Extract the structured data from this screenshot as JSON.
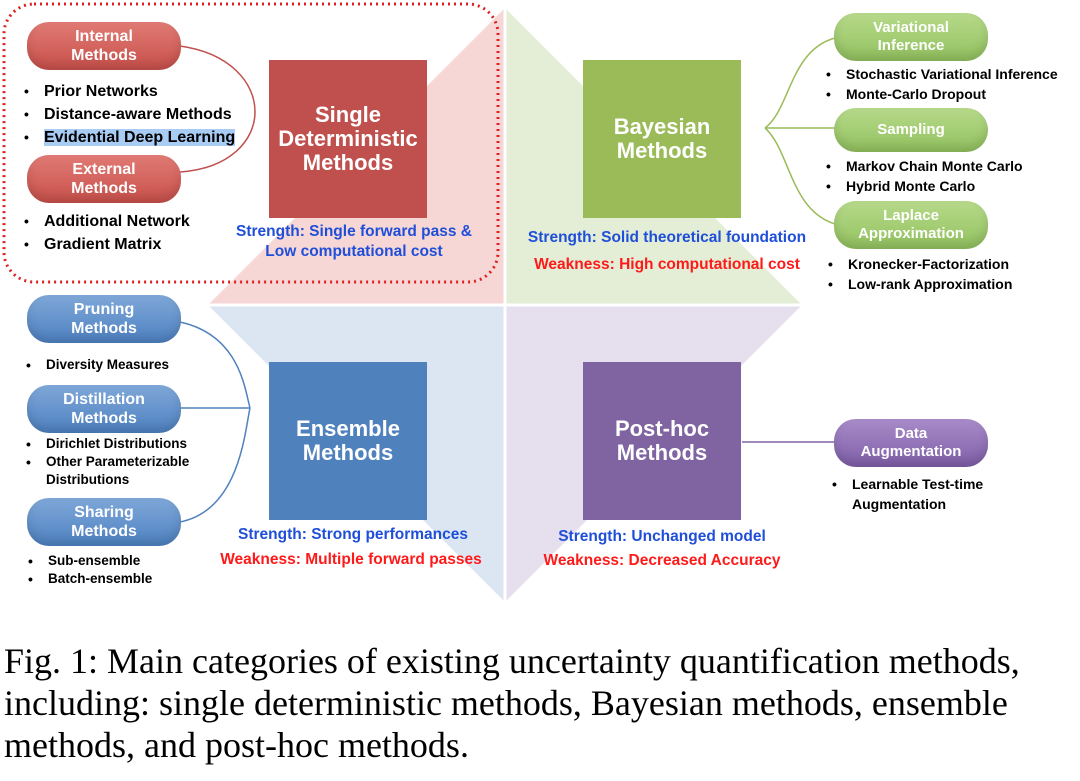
{
  "quadrants": {
    "single": {
      "title": "Single\nDeterministic\nMethods",
      "strength": "Strength: Single forward pass &\nLow computational cost",
      "groups": [
        {
          "label_lines": [
            "Internal",
            "Methods"
          ],
          "items": [
            "Prior Networks",
            "Distance-aware Methods",
            "Evidential Deep Learning"
          ]
        },
        {
          "label_lines": [
            "External",
            "Methods"
          ],
          "items": [
            "Additional Network",
            "Gradient Matrix"
          ]
        }
      ]
    },
    "bayesian": {
      "title": "Bayesian\nMethods",
      "strength": "Strength: Solid theoretical foundation",
      "weakness": "Weakness: High computational cost",
      "groups": [
        {
          "label_lines": [
            "Variational",
            "Inference"
          ],
          "items": [
            "Stochastic Variational Inference",
            "Monte-Carlo Dropout"
          ]
        },
        {
          "label_lines": [
            "Sampling"
          ],
          "items": [
            "Markov Chain Monte Carlo",
            "Hybrid Monte Carlo"
          ]
        },
        {
          "label_lines": [
            "Laplace",
            "Approximation"
          ],
          "items": [
            "Kronecker-Factorization",
            "Low-rank Approximation"
          ]
        }
      ]
    },
    "ensemble": {
      "title": "Ensemble\nMethods",
      "strength": "Strength: Strong performances",
      "weakness": "Weakness: Multiple forward passes",
      "groups": [
        {
          "label_lines": [
            "Pruning",
            "Methods"
          ],
          "items": [
            "Diversity Measures"
          ]
        },
        {
          "label_lines": [
            "Distillation",
            "Methods"
          ],
          "items": [
            "Dirichlet Distributions",
            "Other Parameterizable Distributions"
          ]
        },
        {
          "label_lines": [
            "Sharing",
            "Methods"
          ],
          "items": [
            "Sub-ensemble",
            "Batch-ensemble"
          ]
        }
      ]
    },
    "posthoc": {
      "title": "Post-hoc\nMethods",
      "strength": "Strength: Unchanged model",
      "weakness": "Weakness: Decreased Accuracy",
      "groups": [
        {
          "label_lines": [
            "Data",
            "Augmentation"
          ],
          "items": [
            "Learnable Test-time Augmentation"
          ]
        }
      ]
    }
  },
  "caption": "Fig. 1: Main categories of existing uncertainty quantification methods, including: single deterministic methods, Bayesian methods, ensemble methods, and post-hoc methods.",
  "colors": {
    "red": "#c0504d",
    "green": "#9bbb59",
    "blue": "#4f81bd",
    "purple": "#8064a2",
    "strength_text": "#1f4fd8",
    "weakness_text": "#ff1a1a",
    "highlight": "#a9ccf4"
  }
}
